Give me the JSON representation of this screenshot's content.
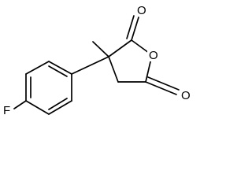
{
  "atoms": {
    "fluorine": "F",
    "ring_oxygen": "O",
    "carbonyl_oxygen_top": "O",
    "carbonyl_oxygen_right": "O"
  },
  "colors": {
    "bond": "#000000",
    "label": "#000000",
    "background": "#ffffff"
  }
}
